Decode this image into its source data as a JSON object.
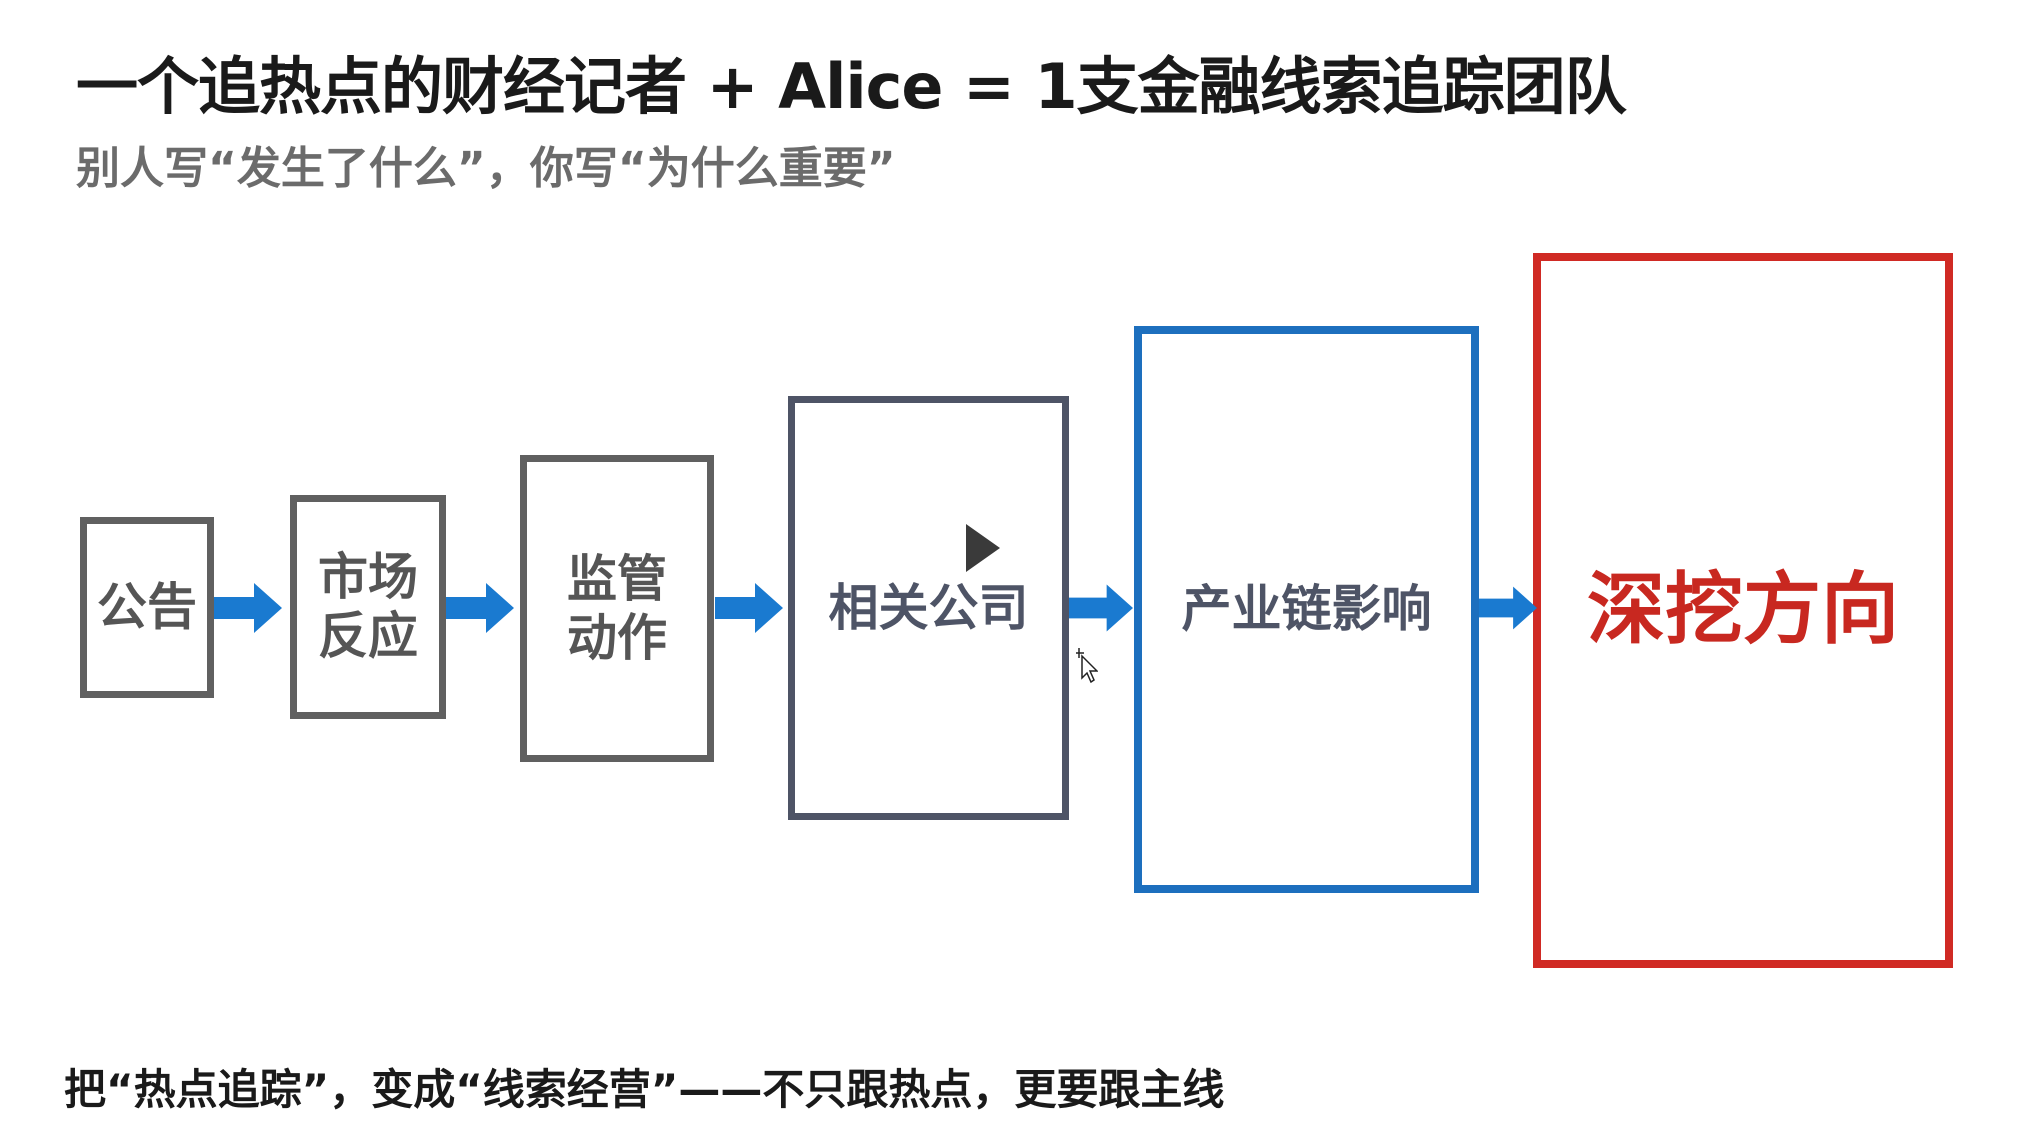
{
  "title": "一个追热点的财经记者 + Alice = 1支金融线索追踪团队",
  "subtitle": "别人写“发生了什么”，你写“为什么重要”",
  "flow": {
    "steps": [
      {
        "label": "公告"
      },
      {
        "label_line1": "市场",
        "label_line2": "反应"
      },
      {
        "label_line1": "监管",
        "label_line2": "动作"
      },
      {
        "label": "相关公司"
      },
      {
        "label": "产业链影响"
      },
      {
        "label": "深挖方向"
      }
    ],
    "colors": {
      "gray": "#606060",
      "dark": "#4e5466",
      "blue": "#1d6fbe",
      "red": "#d02a24",
      "arrow": "#1a7ad0"
    }
  },
  "bottom_text": "把“热点追踪”，变成“线索经营”——不只跟热点，更要跟主线",
  "icons": {
    "play": "play-icon",
    "cursor": "move-cursor-icon"
  }
}
